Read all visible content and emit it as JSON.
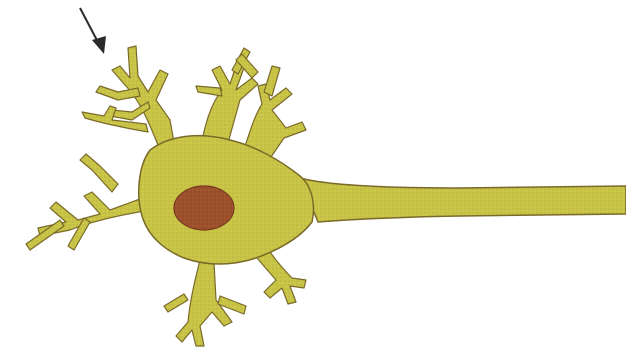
{
  "illustration": {
    "subject": "neuron",
    "parts": {
      "cell_body": "soma",
      "nucleus": "nucleus",
      "dendrites": "dendrites",
      "axon": "axon",
      "pointer": "arrow"
    },
    "colors": {
      "cell_fill": "#c8c445",
      "cell_outline": "#7a6a2a",
      "nucleus_fill": "#9a4f2a",
      "nucleus_outline": "#7a3a20",
      "arrow": "#2a2a2a",
      "background": "#ffffff",
      "speckle": "#b7a84a"
    }
  }
}
